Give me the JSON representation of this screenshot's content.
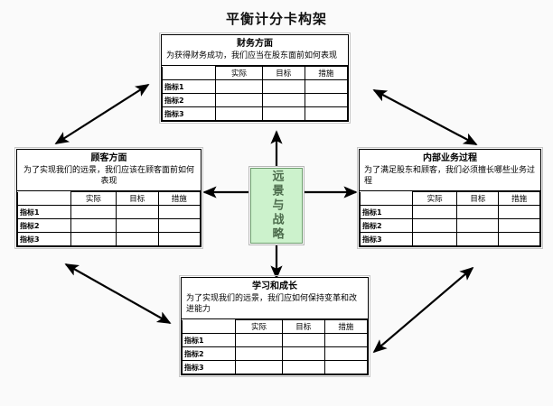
{
  "title": "平衡计分卡构架",
  "columns": [
    "",
    "实际",
    "目标",
    "措施"
  ],
  "rows": [
    "指标1",
    "指标2",
    "指标3"
  ],
  "center": {
    "label": "远景与战略",
    "fill_color": "#ccf2cc",
    "border_color": "#6f9e6f",
    "text_color": "#4c6b4c"
  },
  "panels": {
    "financial": {
      "title": "财务方面",
      "desc": "为获得财务成功，我们应当在股东面前如何表现",
      "columns": [
        "",
        "实际",
        "目标",
        "措施"
      ],
      "rows": [
        "指标1",
        "指标2",
        "指标3"
      ]
    },
    "customer": {
      "title": "顾客方面",
      "desc": "为了实现我们的远景，我们应该在顾客面前如何表现",
      "columns": [
        "",
        "实际",
        "目标",
        "措施"
      ],
      "rows": [
        "指标1",
        "指标2",
        "指标3"
      ]
    },
    "internal": {
      "title": "内部业务过程",
      "desc": "为了满足股东和顾客，我们必须擅长哪些业务过程",
      "columns": [
        "",
        "实际",
        "目标",
        "措施"
      ],
      "rows": [
        "指标1",
        "指标2",
        "指标3"
      ]
    },
    "learning": {
      "title": "学习和成长",
      "desc": "为了实现我们的远景，我们应如何保持变革和改进能力",
      "columns": [
        "",
        "实际",
        "目标",
        "措施"
      ],
      "rows": [
        "指标1",
        "指标2",
        "指标3"
      ]
    }
  },
  "connectors": {
    "stroke_color": "#000000",
    "center_arrows": [
      {
        "name": "center-to-financial",
        "direction": "up"
      },
      {
        "name": "center-to-customer",
        "direction": "left"
      },
      {
        "name": "center-to-internal",
        "direction": "right"
      },
      {
        "name": "center-to-learning",
        "direction": "down"
      }
    ],
    "diagonal_arrows": [
      {
        "name": "financial-customer",
        "double_headed": true
      },
      {
        "name": "financial-internal",
        "double_headed": true
      },
      {
        "name": "customer-learning",
        "double_headed": true
      },
      {
        "name": "internal-learning",
        "double_headed": true
      }
    ]
  }
}
